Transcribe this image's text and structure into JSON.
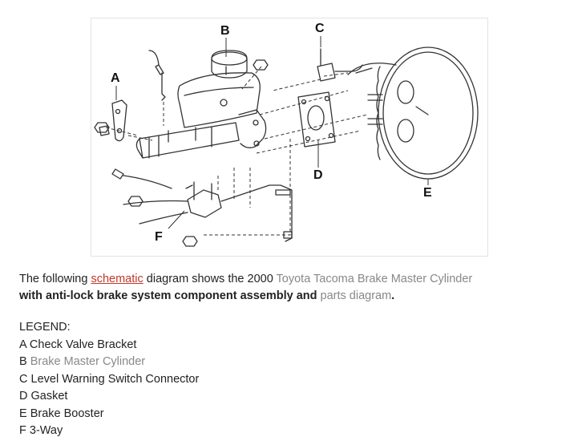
{
  "diagram": {
    "labels": {
      "a": "A",
      "b": "B",
      "c": "C",
      "d": "D",
      "e": "E",
      "f": "F"
    }
  },
  "caption": {
    "part1": "The following ",
    "link": "schematic",
    "part2": " diagram shows the 2000 ",
    "muted1": "Toyota Tacoma Brake Master Cylinder",
    "bold1": "with anti-lock brake system component assembly and",
    "part3": " ",
    "muted2": "parts diagram",
    "bold2": "."
  },
  "legend": {
    "heading": "LEGEND:",
    "items": [
      {
        "letter": "A",
        "text": "Check Valve Bracket"
      },
      {
        "letter": "B",
        "text": "Brake Master Cylinder"
      },
      {
        "letter": "C",
        "text": "Level Warning Switch Connector"
      },
      {
        "letter": "D",
        "text": "Gasket"
      },
      {
        "letter": "E",
        "text": "Brake Booster"
      },
      {
        "letter": "F",
        "text": "3-Way"
      }
    ]
  },
  "colors": {
    "link": "#c0392b",
    "muted": "#888888",
    "line": "#333333"
  }
}
